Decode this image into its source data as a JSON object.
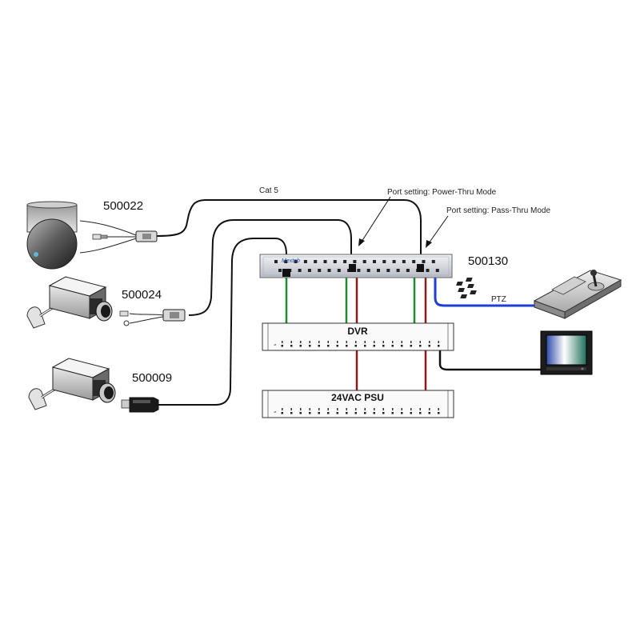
{
  "labels": {
    "cat5": "Cat 5",
    "power_thru": "Port setting: Power-Thru Mode",
    "pass_thru": "Port setting: Pass-Thru Mode",
    "hub_model": "500130",
    "hub_brand": "Mextab",
    "ptz": "PTZ",
    "dvr": "DVR",
    "psu": "24VAC PSU",
    "balun_dome": "500022",
    "balun_fixed": "500024",
    "balun_dongle": "500009",
    "rack_tick_left": "48"
  },
  "cable_colors": {
    "cat5": "#111111",
    "video": "#1e8a2e",
    "power": "#8b1a1a",
    "ptz": "#1f3fd0"
  },
  "icons": [
    "ptz-dome-camera-icon",
    "box-camera-icon",
    "ptz-keyboard-controller-icon",
    "monitor-icon"
  ]
}
